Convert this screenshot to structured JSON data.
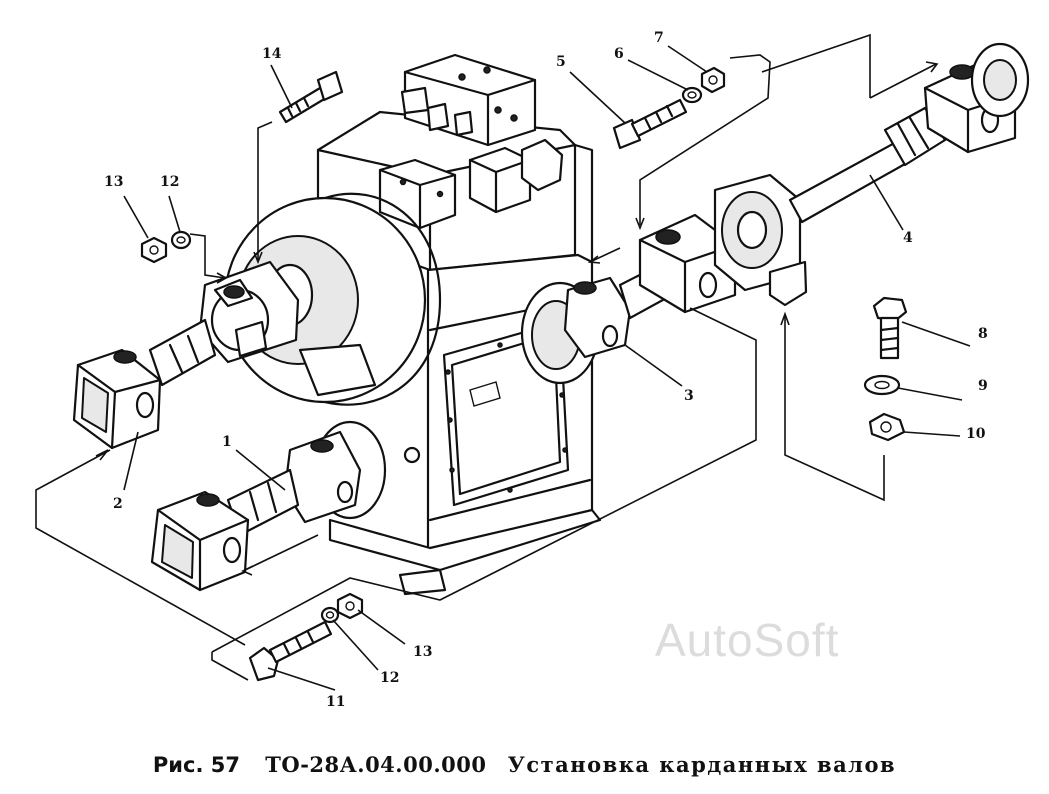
{
  "figure": {
    "label": "Рис. 57",
    "code": "ТО-28А.04.00.000",
    "title": "Установка карданных валов"
  },
  "watermark": "AutoSoft",
  "callouts": [
    {
      "id": "1",
      "text": "1"
    },
    {
      "id": "2",
      "text": "2"
    },
    {
      "id": "3",
      "text": "3"
    },
    {
      "id": "4",
      "text": "4"
    },
    {
      "id": "5",
      "text": "5"
    },
    {
      "id": "6",
      "text": "6"
    },
    {
      "id": "7",
      "text": "7"
    },
    {
      "id": "8",
      "text": "8"
    },
    {
      "id": "9",
      "text": "9"
    },
    {
      "id": "10",
      "text": "10"
    },
    {
      "id": "11",
      "text": "11"
    },
    {
      "id": "12a",
      "text": "12"
    },
    {
      "id": "12b",
      "text": "12"
    },
    {
      "id": "13a",
      "text": "13"
    },
    {
      "id": "13b",
      "text": "13"
    },
    {
      "id": "14",
      "text": "14"
    }
  ],
  "colors": {
    "ink": "#111111",
    "paper": "#ffffff",
    "watermark": "#dcdcdc"
  }
}
